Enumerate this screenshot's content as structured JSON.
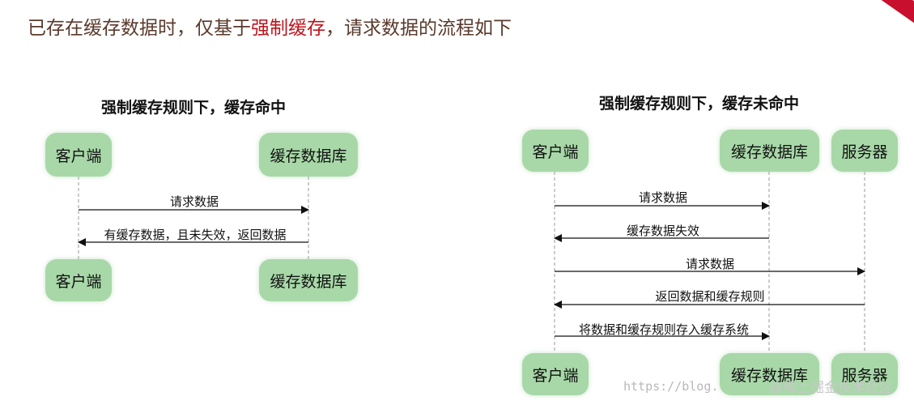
{
  "heading": {
    "part1": "已存在缓存数据时，仅基于",
    "highlight": "强制缓存",
    "part2": "，请求数据的流程如下"
  },
  "left": {
    "title": "强制缓存规则下，缓存命中",
    "nodes": {
      "client_top": "客户端",
      "cache_top": "缓存数据库",
      "client_bottom": "客户端",
      "cache_bottom": "缓存数据库"
    },
    "messages": [
      {
        "label": "请求数据",
        "direction": "right"
      },
      {
        "label": "有缓存数据，且未失效，返回数据",
        "direction": "left"
      }
    ]
  },
  "right": {
    "title": "强制缓存规则下，缓存未命中",
    "nodes": {
      "client_top": "客户端",
      "cache_top": "缓存数据库",
      "server_top": "服务器",
      "client_bottom": "客户端",
      "cache_bottom": "缓存数据库",
      "server_bottom": "服务器"
    },
    "messages": [
      {
        "label": "请求数据",
        "direction": "right"
      },
      {
        "label": "缓存数据失效",
        "direction": "left"
      },
      {
        "label": "请求数据",
        "direction": "right"
      },
      {
        "label": "返回数据和缓存规则",
        "direction": "left"
      },
      {
        "label": "将数据和缓存规则存入缓存系统",
        "direction": "right"
      }
    ]
  },
  "watermark": {
    "url": "https://blog.",
    "site": "@稀土掘金技术社区"
  },
  "colors": {
    "node_fill": "#a8d8a8",
    "heading_text": "#5a3a2c",
    "heading_highlight": "#c0141c",
    "corner_ribbon": "#c8102e"
  }
}
